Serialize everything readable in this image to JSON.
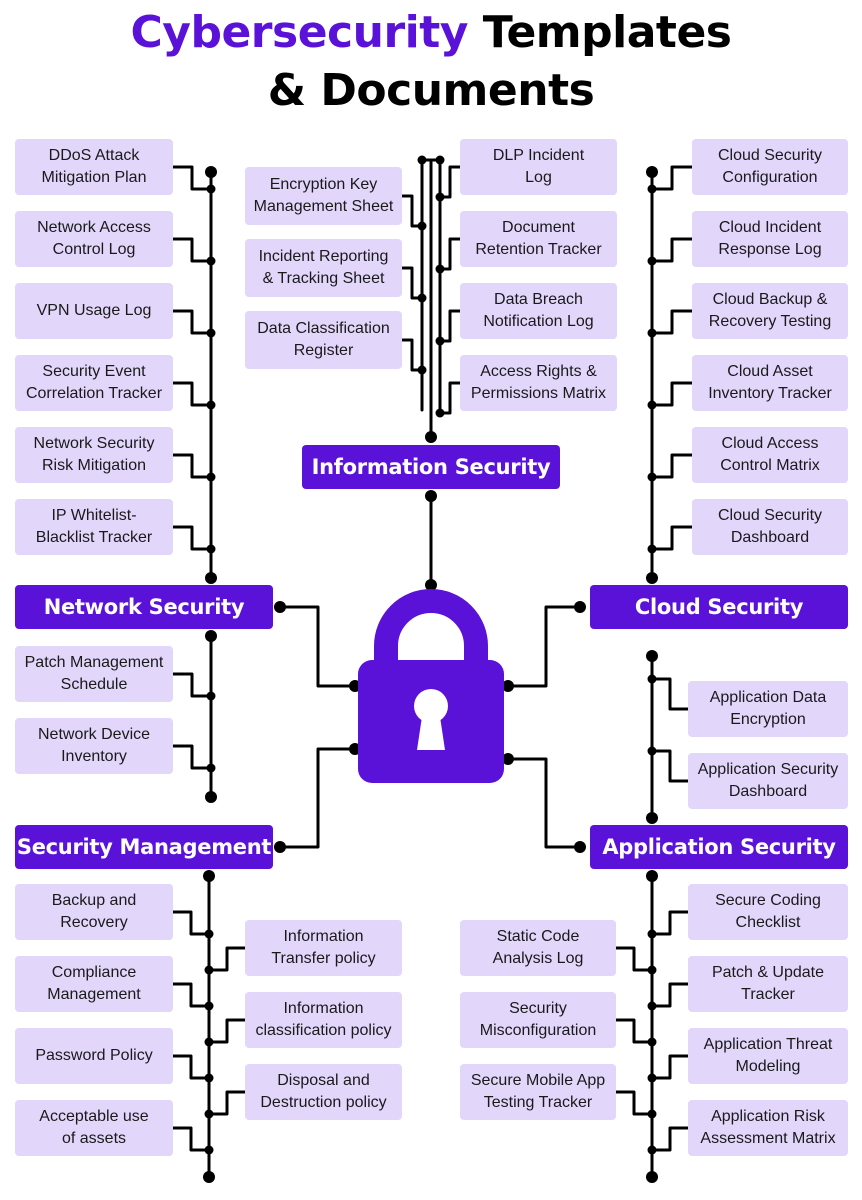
{
  "title": {
    "accent": "Cybersecurity",
    "rest_line1": "Templates",
    "line2": "& Documents"
  },
  "center_icon": "padlock-icon",
  "colors": {
    "accent": "#5b12d8",
    "box_fill": "#e3d6fb",
    "connector": "#000000"
  },
  "categories": {
    "information_security": "Information Security",
    "network_security": "Network Security",
    "cloud_security": "Cloud Security",
    "security_management": "Security Management",
    "application_security": "Application Security"
  },
  "network_security_items": [
    "DDoS Attack\nMitigation Plan",
    "Network Access\nControl Log",
    "VPN Usage Log",
    "Security Event\nCorrelation Tracker",
    "Network Security\nRisk Mitigation",
    "IP Whitelist-\nBlacklist Tracker",
    "Patch Management\nSchedule",
    "Network Device\nInventory"
  ],
  "information_security_items": [
    "Encryption Key\nManagement Sheet",
    "Incident Reporting\n& Tracking Sheet",
    "Data Classification\nRegister",
    "DLP Incident\nLog",
    "Document\nRetention Tracker",
    "Data Breach\nNotification Log",
    "Access Rights &\nPermissions Matrix"
  ],
  "cloud_security_items": [
    "Cloud Security\nConfiguration",
    "Cloud Incident\nResponse Log",
    "Cloud Backup &\nRecovery Testing",
    "Cloud Asset\nInventory Tracker",
    "Cloud Access\nControl Matrix",
    "Cloud Security\nDashboard"
  ],
  "application_security_items": [
    "Application Data\nEncryption",
    "Application Security\nDashboard",
    "Secure Coding\nChecklist",
    "Patch & Update\nTracker",
    "Application Threat\nModeling",
    "Application Risk\nAssessment Matrix",
    "Static Code\nAnalysis Log",
    "Security\nMisconfiguration",
    "Secure Mobile App\nTesting Tracker"
  ],
  "security_management_items": [
    "Backup and\nRecovery",
    "Compliance\nManagement",
    "Password Policy",
    "Acceptable use\nof assets",
    "Information\nTransfer policy",
    "Information\nclassification policy",
    "Disposal and\nDestruction policy"
  ]
}
